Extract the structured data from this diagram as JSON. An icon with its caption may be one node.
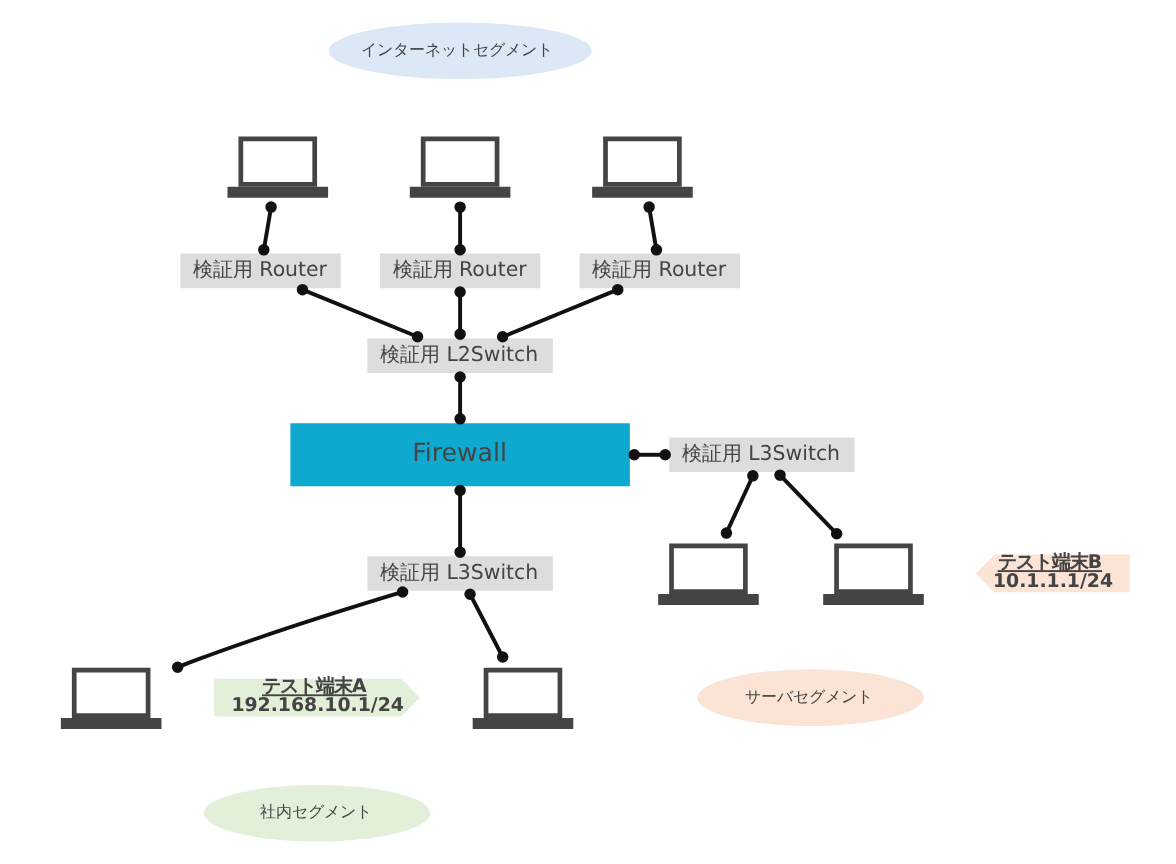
{
  "diagram": {
    "nodes": [
      {
        "text": [
          "インターネットセグメント"
        ]
      },
      {
        "text": [],
        "shape": "laptop"
      },
      {
        "text": [],
        "shape": "laptop"
      },
      {
        "text": [],
        "shape": "laptop"
      },
      {
        "text": [
          "検証用 Router"
        ]
      },
      {
        "text": [
          "検証用 Router"
        ]
      },
      {
        "text": [
          "検証用 Router"
        ]
      },
      {
        "text": [
          "検証用 L2Switch"
        ]
      },
      {
        "text": [
          "Firewall"
        ]
      },
      {
        "text": [
          "検証用 L3Switch"
        ]
      },
      {
        "text": [],
        "shape": "laptop"
      },
      {
        "text": [],
        "shape": "laptop"
      },
      {
        "text": [
          "テスト端末B",
          "10.1.1.1/24"
        ]
      },
      {
        "text": [
          "サーバセグメント"
        ]
      },
      {
        "text": [
          "検証用 L3Switch"
        ]
      },
      {
        "text": [],
        "shape": "laptop"
      },
      {
        "text": [],
        "shape": "laptop"
      },
      {
        "text": [
          "テスト端末A",
          "192.168.10.1/24"
        ]
      },
      {
        "text": [
          "社内セグメント"
        ]
      }
    ],
    "edges": [
      {
        "from": 1,
        "to": 4,
        "arrow": "other"
      },
      {
        "from": 2,
        "to": 5,
        "arrow": "other"
      },
      {
        "from": 3,
        "to": 6,
        "arrow": "other"
      },
      {
        "from": 4,
        "to": 7,
        "arrow": "other"
      },
      {
        "from": 5,
        "to": 7,
        "arrow": "other"
      },
      {
        "from": 6,
        "to": 7,
        "arrow": "other"
      },
      {
        "from": 7,
        "to": 8,
        "arrow": "other"
      },
      {
        "from": 8,
        "to": 9,
        "arrow": "other"
      },
      {
        "from": 9,
        "to": 10,
        "arrow": "other"
      },
      {
        "from": 9,
        "to": 11,
        "arrow": "other"
      },
      {
        "from": 8,
        "to": 14,
        "arrow": "other"
      },
      {
        "from": 14,
        "to": 15,
        "arrow": "other"
      },
      {
        "from": 14,
        "to": 16,
        "arrow": "other"
      }
    ]
  }
}
